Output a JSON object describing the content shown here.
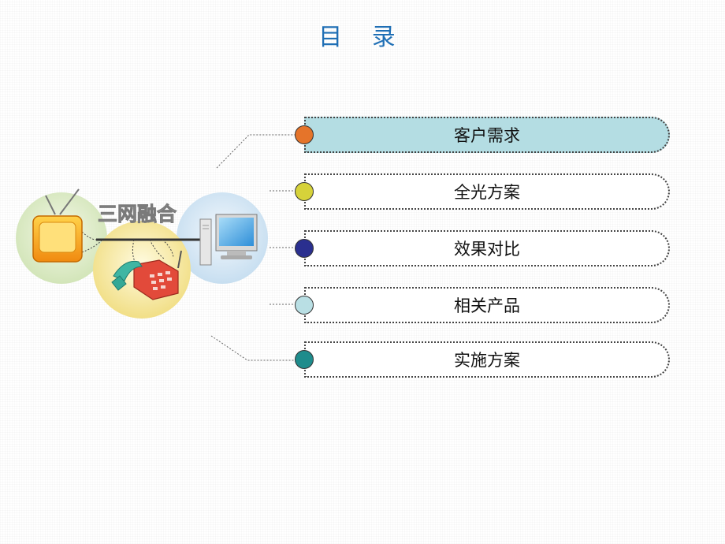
{
  "page": {
    "title": "目 录"
  },
  "illustration": {
    "caption": "三网融合",
    "icons": [
      "tv-icon",
      "computer-icon",
      "phone-icon"
    ]
  },
  "menu": {
    "items": [
      {
        "label": "客户需求",
        "bullet_color": "#e5742a",
        "active": true
      },
      {
        "label": "全光方案",
        "bullet_color": "#d6d23a",
        "active": false
      },
      {
        "label": "效果对比",
        "bullet_color": "#2a2f8f",
        "active": false
      },
      {
        "label": "相关产品",
        "bullet_color": "#b9dfe4",
        "active": false
      },
      {
        "label": "实施方案",
        "bullet_color": "#1e8c8c",
        "active": false
      }
    ]
  }
}
